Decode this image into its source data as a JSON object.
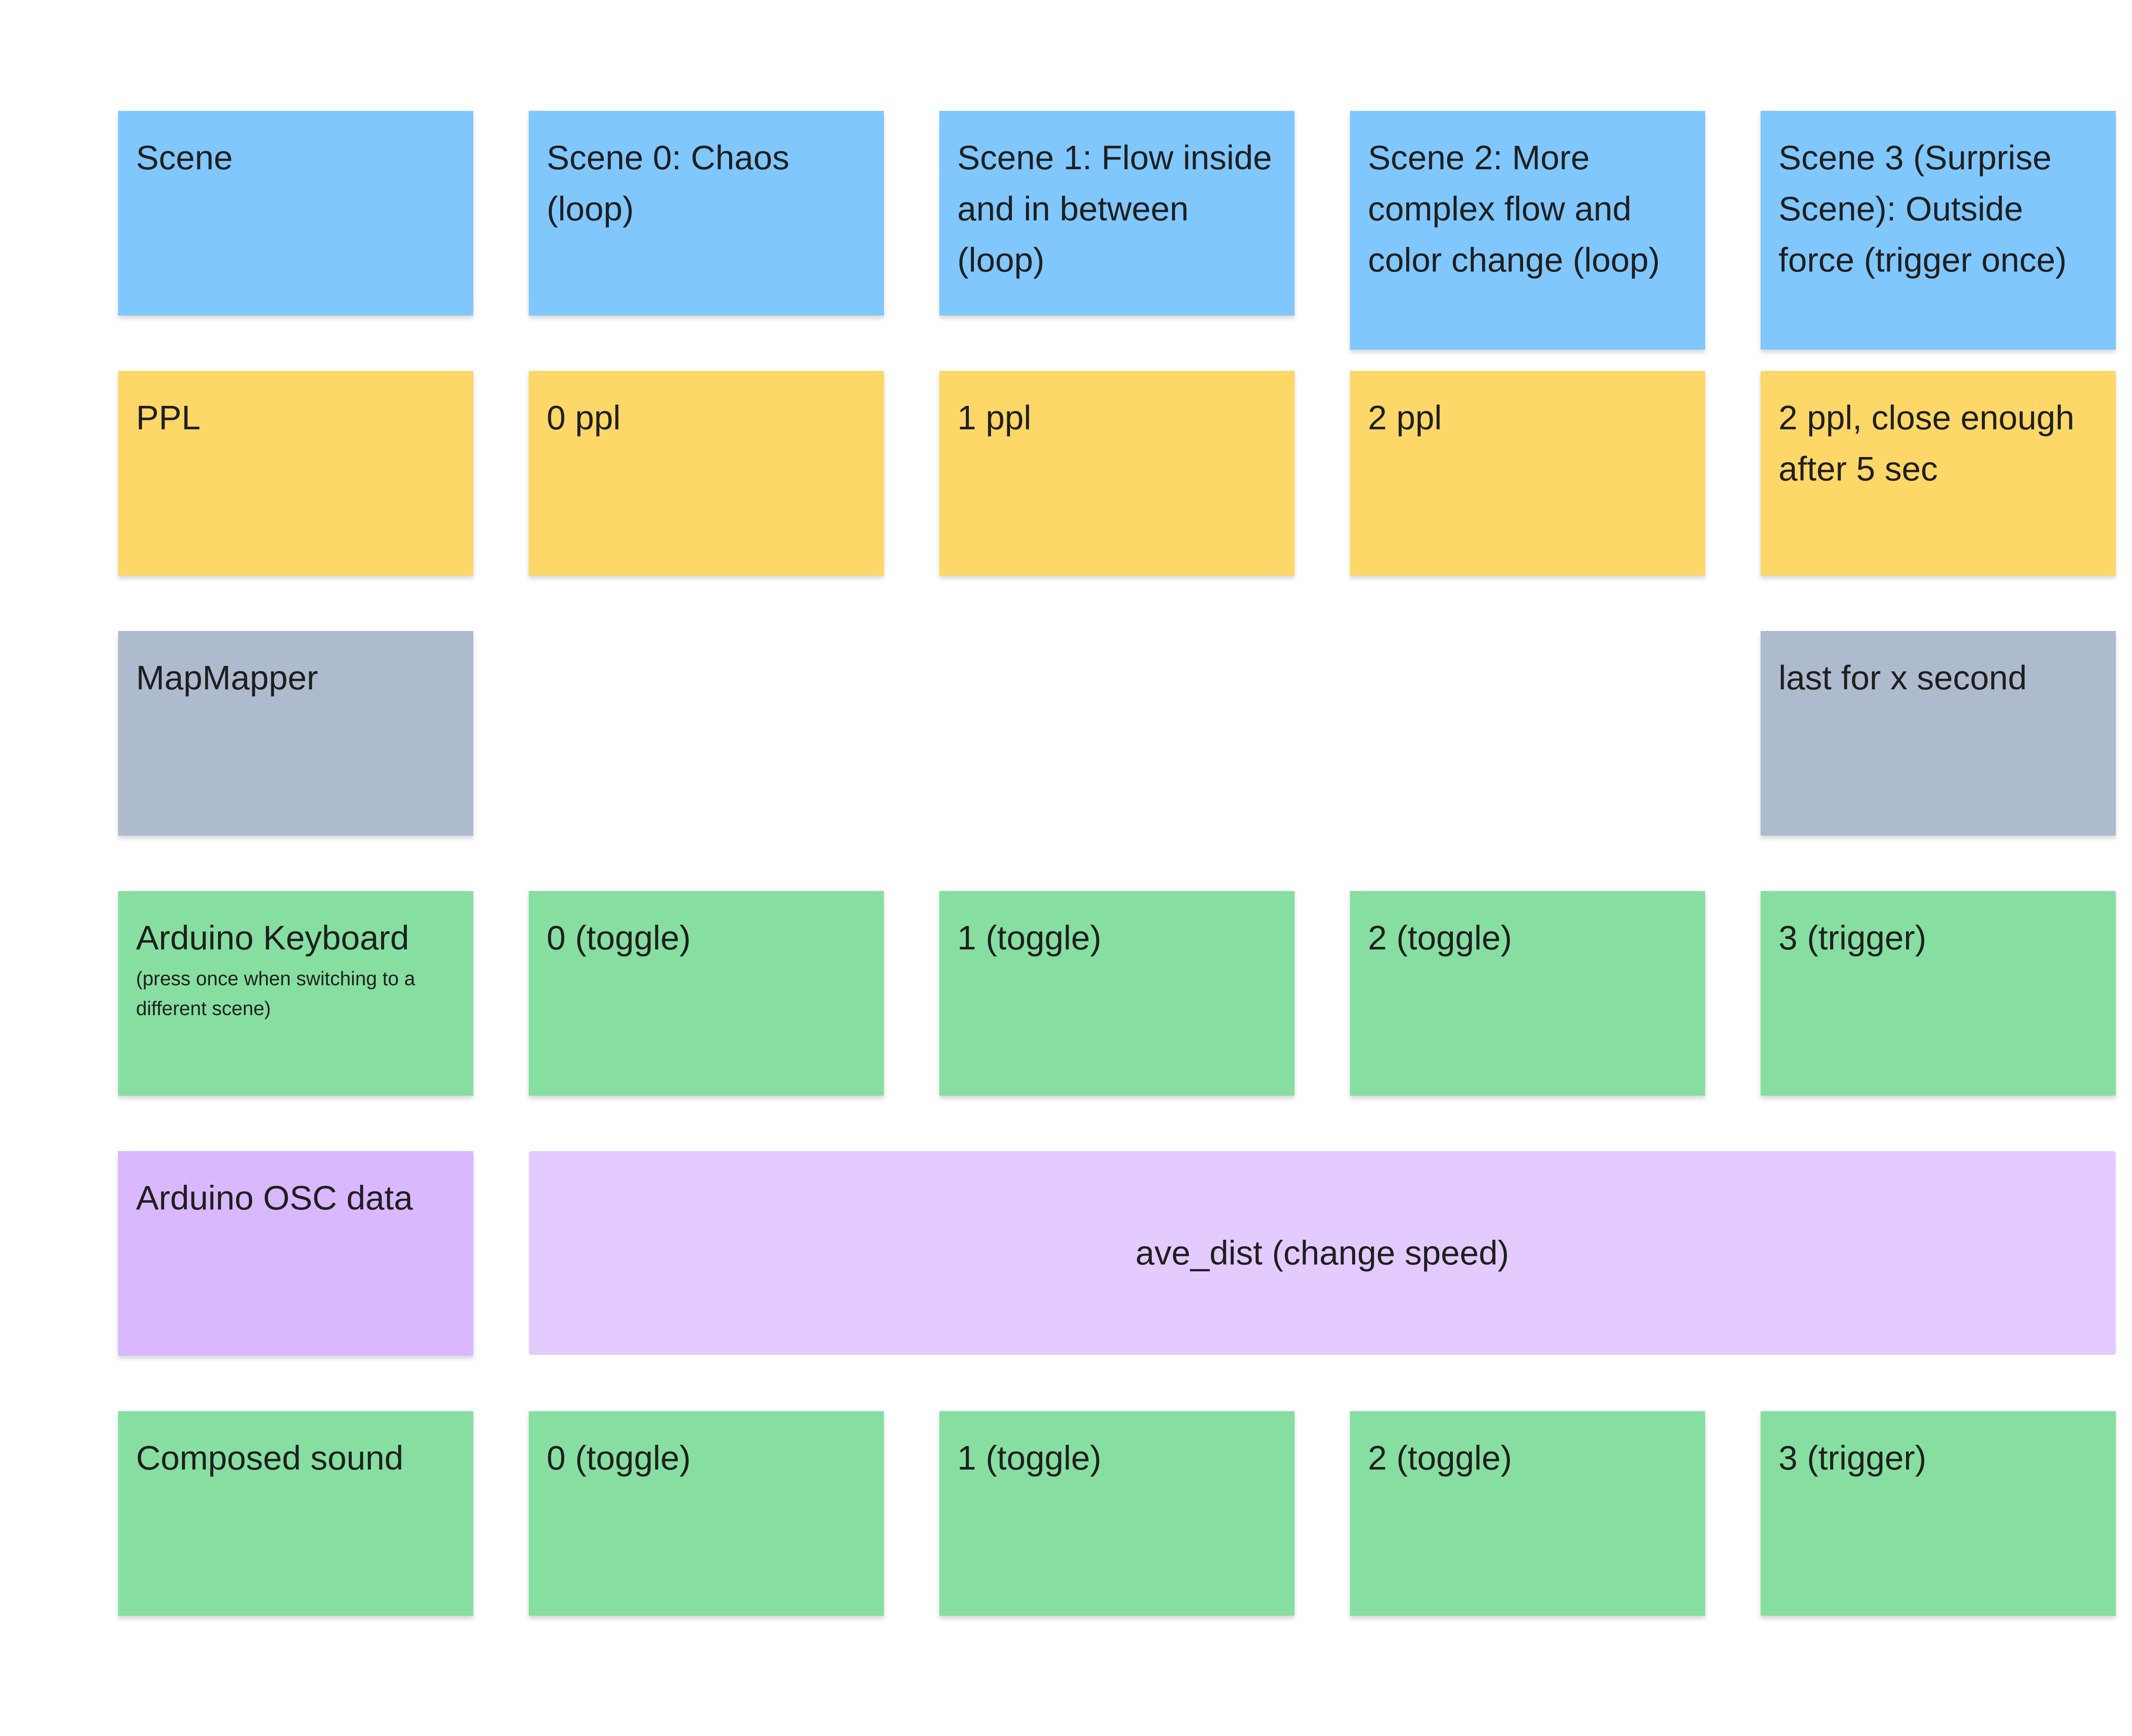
{
  "colors": {
    "scene_row": "#80C7FE",
    "ppl_row": "#FDD767",
    "mapmapper_row": "#AEBBCF",
    "green_rows": "#86DFA1",
    "osc_label": "#D9B8FF",
    "osc_value": "#E3CBFF"
  },
  "rows": {
    "scene": {
      "label": "Scene",
      "cells": [
        "Scene 0: Chaos (loop)",
        "Scene 1: Flow inside and in between (loop)",
        "Scene 2: More complex flow and color change (loop)",
        "Scene 3 (Surprise Scene): Outside force (trigger once)"
      ]
    },
    "ppl": {
      "label": "PPL",
      "cells": [
        "0 ppl",
        "1 ppl",
        "2 ppl",
        "2 ppl, close enough after 5 sec"
      ]
    },
    "mapmapper": {
      "label": "MapMapper",
      "cell_scene3": "last for x second"
    },
    "arduino_keyboard": {
      "label": "Arduino Keyboard",
      "sublabel": "(press once when switching to a different scene)",
      "cells": [
        "0 (toggle)",
        "1 (toggle)",
        "2 (toggle)",
        "3 (trigger)"
      ]
    },
    "arduino_osc": {
      "label": "Arduino OSC data",
      "span_value": "ave_dist (change speed)"
    },
    "composed_sound": {
      "label": "Composed sound",
      "cells": [
        "0 (toggle)",
        "1 (toggle)",
        "2 (toggle)",
        "3 (trigger)"
      ]
    }
  }
}
